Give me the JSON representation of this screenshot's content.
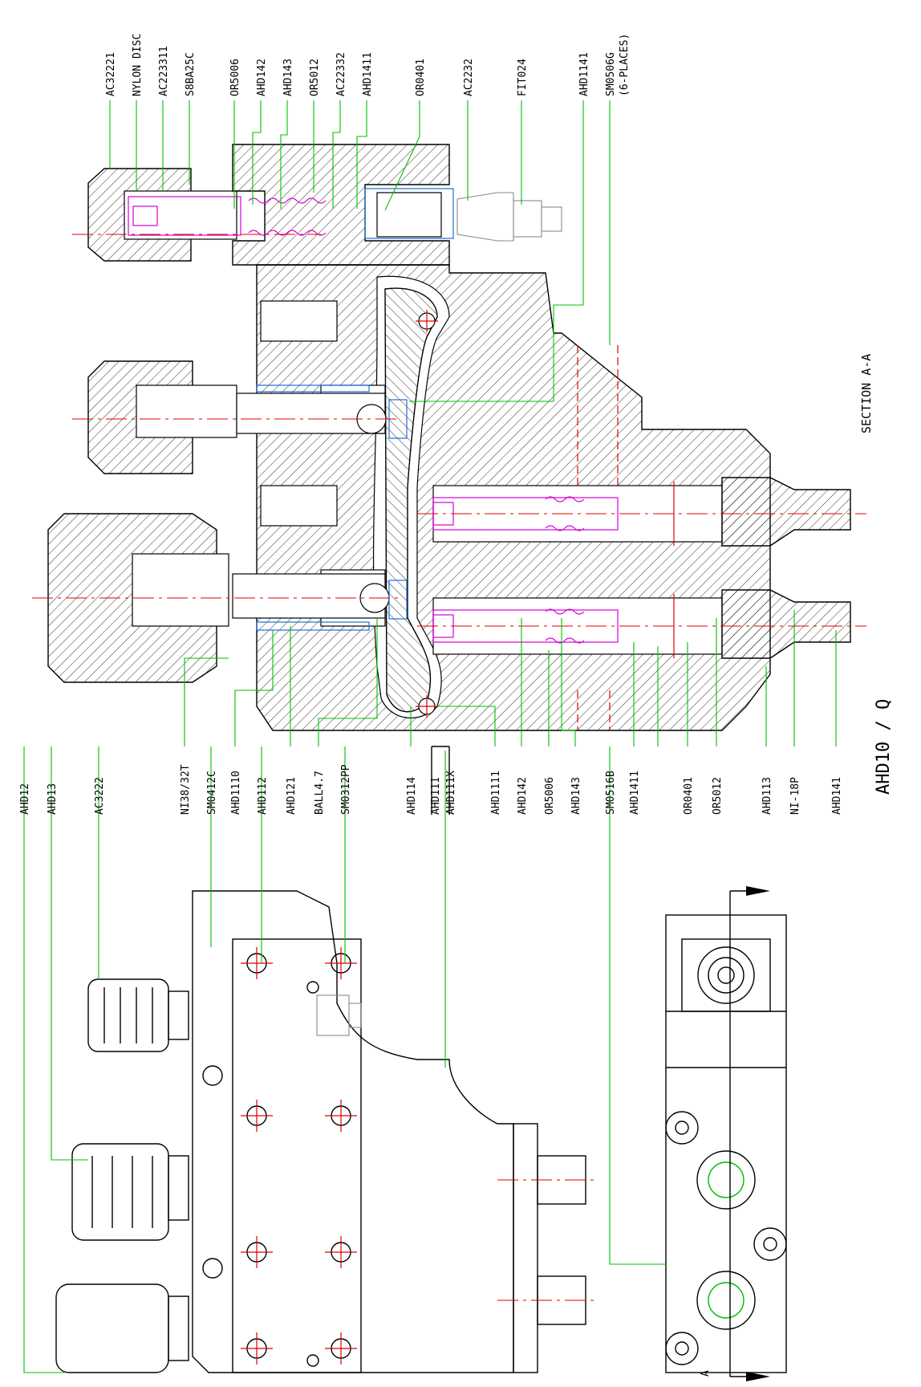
{
  "drawing_title": "AHD10 / Q",
  "section_title": "SECTION A-A",
  "section_marker": "A",
  "top_callouts": [
    {
      "id": "t1",
      "text": "AC32221"
    },
    {
      "id": "t2",
      "text": "NYLON DISC"
    },
    {
      "id": "t3",
      "text": "AC223311"
    },
    {
      "id": "t4",
      "text": "S8BA25C"
    },
    {
      "id": "t5",
      "text": "OR5006"
    },
    {
      "id": "t6",
      "text": "AHD142"
    },
    {
      "id": "t7",
      "text": "AHD143"
    },
    {
      "id": "t8",
      "text": "OR5012"
    },
    {
      "id": "t9",
      "text": "AC22332"
    },
    {
      "id": "t10",
      "text": "AHD1411"
    },
    {
      "id": "t11",
      "text": "OR0401"
    },
    {
      "id": "t12",
      "text": "AC2232"
    },
    {
      "id": "t13",
      "text": "FIT024"
    },
    {
      "id": "t14",
      "text": "AHD1141"
    },
    {
      "id": "t15",
      "text": "SM0506G"
    },
    {
      "id": "t16",
      "text": "(6-PLACES)"
    }
  ],
  "mid_callouts": [
    {
      "id": "m1",
      "text": "AHD12"
    },
    {
      "id": "m2",
      "text": "AHD13"
    },
    {
      "id": "m3",
      "text": "AC3222"
    },
    {
      "id": "m4",
      "text": "NI38/32T"
    },
    {
      "id": "m5",
      "text": "SM0412C"
    },
    {
      "id": "m6",
      "text": "AHD1110"
    },
    {
      "id": "m7",
      "text": "AHD112"
    },
    {
      "id": "m8",
      "text": "AHD121"
    },
    {
      "id": "m9",
      "text": "BALL4.7"
    },
    {
      "id": "m10",
      "text": "SM0312PP"
    },
    {
      "id": "m11",
      "text": "AHD114"
    },
    {
      "id": "m12",
      "text": "AHD111"
    },
    {
      "id": "m13",
      "text": "AHD111X"
    },
    {
      "id": "m14",
      "text": "AHD1111"
    },
    {
      "id": "m15",
      "text": "AHD142"
    },
    {
      "id": "m16",
      "text": "OR5006"
    },
    {
      "id": "m17",
      "text": "AHD143"
    },
    {
      "id": "m18",
      "text": "SM0516B"
    },
    {
      "id": "m19",
      "text": "AHD1411"
    },
    {
      "id": "m20",
      "text": "OR0401"
    },
    {
      "id": "m21",
      "text": "OR5012"
    },
    {
      "id": "m22",
      "text": "AHD113"
    },
    {
      "id": "m23",
      "text": "NI-18P"
    },
    {
      "id": "m24",
      "text": "AHD141"
    }
  ],
  "colors": {
    "outline": "#000000",
    "centerline": "#e00000",
    "leader": "#00c000",
    "spring": "#d400d4",
    "seal": "#1a6fd6",
    "fitting": "#8a8a8a"
  }
}
